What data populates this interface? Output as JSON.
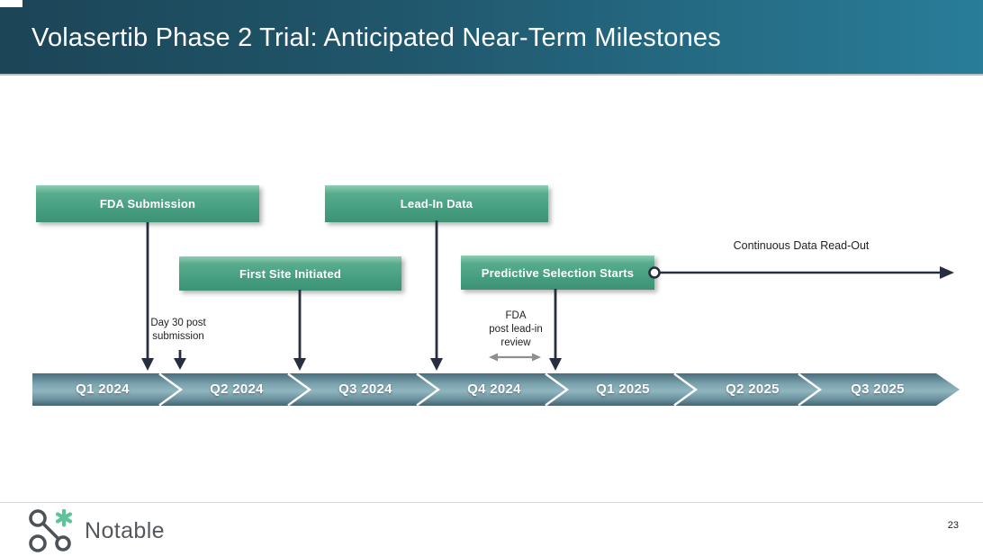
{
  "slide": {
    "title": "Volasertib Phase 2 Trial: Anticipated Near-Term Milestones",
    "page_number": "23"
  },
  "milestones": {
    "fda_submission": "FDA Submission",
    "lead_in_data": "Lead-In Data",
    "first_site_initiated": "First Site Initiated",
    "predictive_selection": "Predictive Selection Starts"
  },
  "annotations": {
    "day30_lines": [
      "Day 30 post",
      "submission"
    ],
    "fda_review_lines": [
      "FDA",
      "post lead-in",
      "review"
    ],
    "continuous_readout": "Continuous Data Read-Out"
  },
  "timeline": {
    "quarters": [
      "Q1 2024",
      "Q2 2024",
      "Q3 2024",
      "Q4 2024",
      "Q1 2025",
      "Q2 2025",
      "Q3 2025"
    ]
  },
  "footer": {
    "brand": "Notable"
  },
  "colors": {
    "header_gradient_left": "#1c4557",
    "header_gradient_right": "#297d99",
    "milestone_green": "#449c7e",
    "timeline_teal_light": "#8fb4be",
    "timeline_teal_dark": "#47636f",
    "arrow_navy": "#272e3f",
    "double_arrow_gray": "#8f8f8f",
    "logo_green": "#5ec39a",
    "logo_gray": "#4d5257"
  }
}
